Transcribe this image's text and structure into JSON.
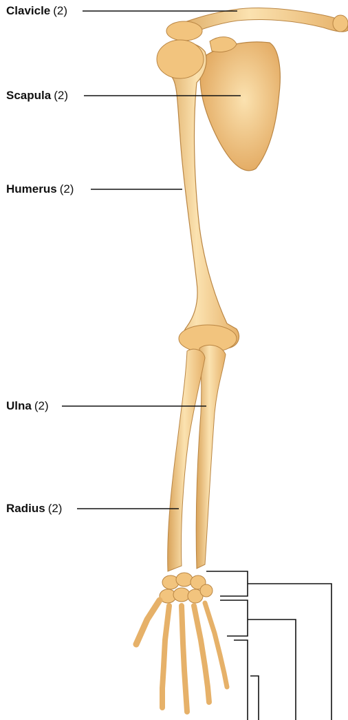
{
  "labels": {
    "clavicle": {
      "name": "Clavicle",
      "count": "(2)"
    },
    "scapula": {
      "name": "Scapula",
      "count": "(2)"
    },
    "humerus": {
      "name": "Humerus",
      "count": "(2)"
    },
    "ulna": {
      "name": "Ulna",
      "count": "(2)"
    },
    "radius": {
      "name": "Radius",
      "count": "(2)"
    }
  },
  "colors": {
    "bone": "#f2c47e",
    "bone_light": "#fbe2b0",
    "bone_shadow": "#d9a35a",
    "outline": "#b98543",
    "leader": "#111111"
  }
}
